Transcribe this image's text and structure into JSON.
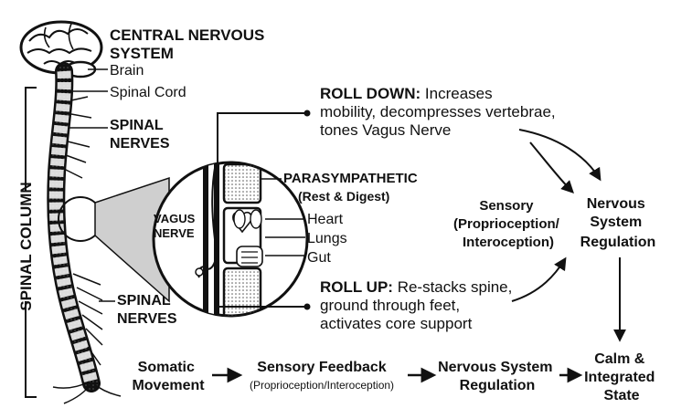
{
  "cns": {
    "title_line1": "CENTRAL NERVOUS",
    "title_line2": "SYSTEM",
    "brain": "Brain",
    "spinal_cord": "Spinal Cord"
  },
  "spinal_nerves_upper": {
    "line1": "SPINAL",
    "line2": "NERVES"
  },
  "spinal_nerves_lower": {
    "line1": "SPINAL",
    "line2": "NERVES"
  },
  "spinal_column": "SPINAL COLUMN",
  "vagus": {
    "line1": "VAGUS",
    "line2": "NERVE",
    "parasympathetic": "PARASYMPATHETIC",
    "rest_digest": "(Rest & Digest)",
    "heart": "Heart",
    "lungs": "Lungs",
    "gut": "Gut"
  },
  "roll_down": {
    "label": "ROLL DOWN:",
    "line1": " Increases",
    "line2": "mobility, decompresses vertebrae,",
    "line3": "tones Vagus Nerve"
  },
  "roll_up": {
    "label": "ROLL UP:",
    "line1": " Re-stacks spine,",
    "line2": "ground through feet,",
    "line3": "activates core support"
  },
  "sensory": {
    "line1": "Sensory",
    "line2": "(Proprioception/",
    "line3": "Interoception)"
  },
  "nervous_reg": {
    "line1": "Nervous",
    "line2": "System",
    "line3": "Regulation"
  },
  "flow": {
    "somatic_line1": "Somatic",
    "somatic_line2": "Movement",
    "feedback_line1": "Sensory Feedback",
    "feedback_line2": "(Proprioception/Interoception)",
    "nsr_line1": "Nervous System",
    "nsr_line2": "Regulation",
    "calm_line1": "Calm &",
    "calm_line2": "Integrated",
    "calm_line3": "State"
  }
}
